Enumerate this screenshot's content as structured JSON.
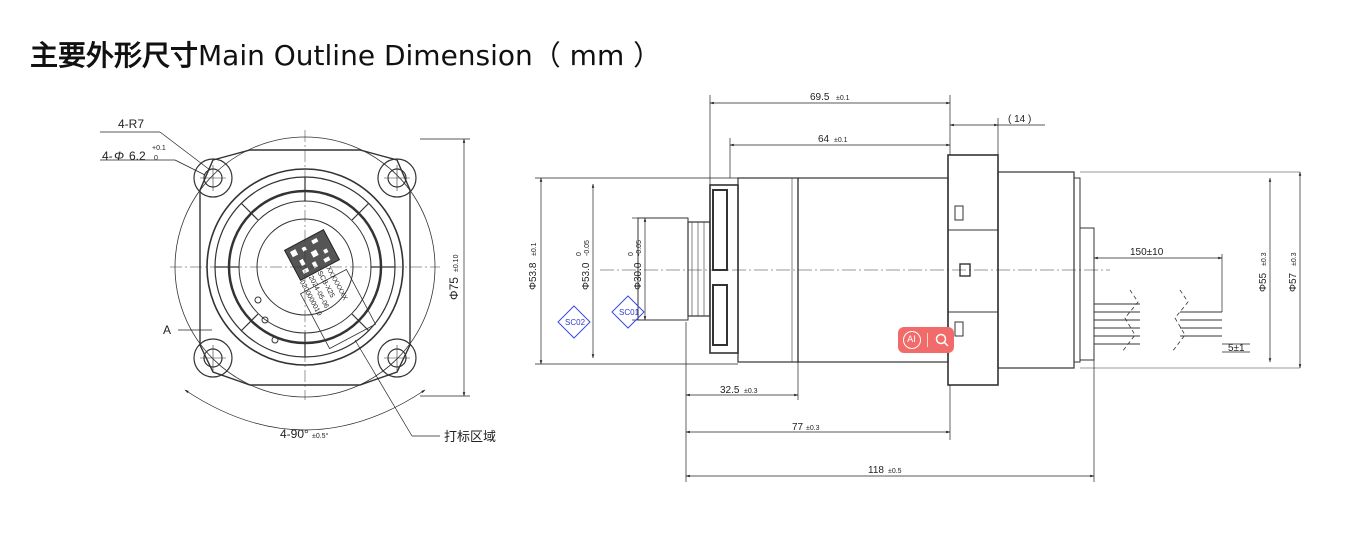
{
  "title": {
    "cn": "主要外形尺寸",
    "en": "Main Outline Dimension（ mm ）"
  },
  "front_view": {
    "r7": "4-R7",
    "hole_prefix": "4-",
    "hole_phi": "Φ",
    "hole_value": "6.2",
    "hole_tol_upper": "+0.1",
    "hole_tol_lower": "0",
    "outer_diameter": "Φ75",
    "outer_diameter_tol": "±0.10",
    "angle": "4-90°",
    "angle_tol": "±0.5°",
    "section_mark": "A",
    "marking_area": "打标区域",
    "label_line1": "XXXXXXXX",
    "label_line2": "SCB-X25",
    "label_line3": "2024-05-06",
    "label_line4": "0200000010"
  },
  "side_view": {
    "len_69_5": "69.5",
    "len_69_5_tol": "±0.1",
    "len_14": "( 14 )",
    "len_64": "64",
    "len_64_tol": "±0.1",
    "dia_53_8": "Φ53.8",
    "dia_53_8_tol": "±0.1",
    "dia_53_0": "Φ53.0",
    "dia_53_0_tol_upper": "0",
    "dia_53_0_tol_lower": "-0.05",
    "dia_30_0": "Φ30.0",
    "dia_30_0_tol_upper": "0",
    "dia_30_0_tol_lower": "-0.05",
    "sc02": "SC02",
    "sc01": "SC01",
    "len_150": "150±10",
    "dia_55": "Φ55",
    "dia_55_tol": "±0.3",
    "dia_57": "Φ57",
    "dia_57_tol": "±0.3",
    "len_5": "5±1",
    "len_32_5": "32.5",
    "len_32_5_tol": "±0.3",
    "len_77": "77",
    "len_77_tol": "±0.3",
    "len_118": "118",
    "len_118_tol": "±0.5"
  },
  "badge": {
    "ai": "AI",
    "search_icon": "search-icon",
    "color": "#f26b6b"
  }
}
